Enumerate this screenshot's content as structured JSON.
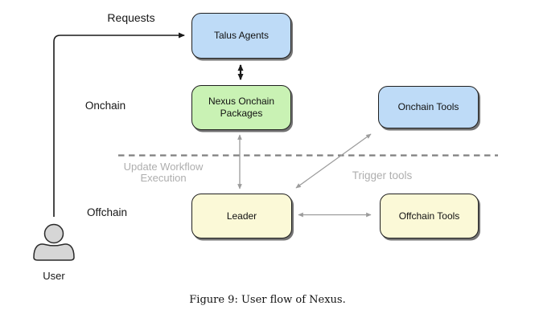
{
  "figure": {
    "caption": "Figure 9: User flow of Nexus."
  },
  "diagram": {
    "labels": {
      "requests": "Requests",
      "onchain": "Onchain",
      "offchain": "Offchain",
      "update_workflow": "Update Workflow Execution",
      "trigger_tools": "Trigger tools",
      "user": "User"
    },
    "nodes": [
      {
        "id": "talus-agents",
        "label": "Talus Agents",
        "fill": "#bedbf7"
      },
      {
        "id": "nexus-onchain-packages",
        "label": "Nexus Onchain Packages",
        "fill": "#c9f2b4"
      },
      {
        "id": "onchain-tools",
        "label": "Onchain Tools",
        "fill": "#bedbf7"
      },
      {
        "id": "leader",
        "label": "Leader",
        "fill": "#fbf9d7"
      },
      {
        "id": "offchain-tools",
        "label": "Offchain Tools",
        "fill": "#fbf9d7"
      }
    ],
    "edges": [
      {
        "from": "user",
        "to": "talus-agents",
        "style": "solid-black",
        "arrows": "single"
      },
      {
        "from": "talus-agents",
        "to": "nexus-onchain-packages",
        "style": "solid-black",
        "arrows": "double"
      },
      {
        "from": "nexus-onchain-packages",
        "to": "leader",
        "style": "solid-gray",
        "arrows": "double"
      },
      {
        "from": "leader",
        "to": "onchain-tools",
        "style": "solid-gray",
        "arrows": "double"
      },
      {
        "from": "leader",
        "to": "offchain-tools",
        "style": "solid-gray",
        "arrows": "double"
      }
    ],
    "colors": {
      "node_border": "#1f1f1f",
      "arrow_black": "#1a1a1a",
      "arrow_gray": "#9c9c9c",
      "dashed_divider": "#7f7f7f",
      "muted_label": "#aeaeae",
      "user_fill": "#d6d6d6"
    }
  }
}
